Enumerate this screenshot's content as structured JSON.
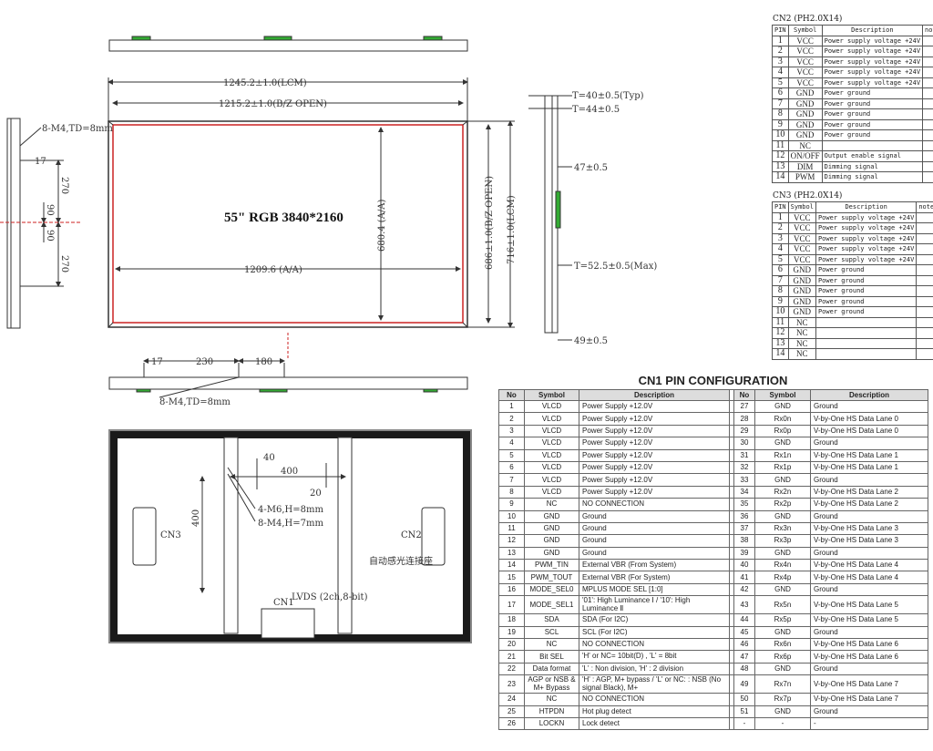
{
  "drawing": {
    "front_title": "55\" RGB 3840*2160",
    "dim_lcm_width": "1245.2±1.0(LCM)",
    "dim_bz_width": "1215.2±1.0(B/Z OPEN)",
    "dim_aa_width": "1209.6 (A/A)",
    "dim_aa_height": "680.4 (A/A)",
    "dim_bz_height": "686±1.0(B/Z OPEN)",
    "dim_lcm_height": "716±1.0(LCM)",
    "side_left": {
      "screw": "8-M4,TD=8mm",
      "d17": "17",
      "d270a": "270",
      "d90a": "90",
      "d90b": "90",
      "d270b": "270"
    },
    "side_right": {
      "t_typ": "T=40±0.5(Typ)",
      "t44": "T=44±0.5",
      "d47": "47±0.5",
      "t_max": "T=52.5±0.5(Max)",
      "d49": "49±0.5"
    },
    "bottom": {
      "d17": "17",
      "d230": "230",
      "d180": "180",
      "screw": "8-M4,TD=8mm"
    },
    "back": {
      "d40": "40",
      "d400h": "400",
      "d20": "20",
      "d400v": "400",
      "m6": "4-M6,H=8mm",
      "m4": "8-M4,H=7mm",
      "cn3": "CN3",
      "cn2": "CN2",
      "cn1": "CN1",
      "lvds": "LVDS (2ch,8-bit)",
      "sensor": "自动感光连接座"
    }
  },
  "cn2": {
    "title": "CN2  (PH2.0X14)",
    "headers": [
      "PIN",
      "Symbol",
      "Description",
      "note"
    ],
    "rows": [
      [
        "1",
        "VCC",
        "Power supply voltage +24V"
      ],
      [
        "2",
        "VCC",
        "Power supply voltage +24V"
      ],
      [
        "3",
        "VCC",
        "Power supply voltage +24V"
      ],
      [
        "4",
        "VCC",
        "Power supply voltage +24V"
      ],
      [
        "5",
        "VCC",
        "Power supply voltage +24V"
      ],
      [
        "6",
        "GND",
        "Power ground"
      ],
      [
        "7",
        "GND",
        "Power ground"
      ],
      [
        "8",
        "GND",
        "Power ground"
      ],
      [
        "9",
        "GND",
        "Power ground"
      ],
      [
        "10",
        "GND",
        "Power ground"
      ],
      [
        "11",
        "NC",
        ""
      ],
      [
        "12",
        "ON/OFF",
        "Output enable signal"
      ],
      [
        "13",
        "DIM",
        "Dimming signal"
      ],
      [
        "14",
        "PWM",
        "Dimming signal"
      ]
    ]
  },
  "cn3": {
    "title": "CN3  (PH2.0X14)",
    "headers": [
      "PIN",
      "Symbol",
      "Description",
      "note"
    ],
    "rows": [
      [
        "1",
        "VCC",
        "Power supply voltage +24V"
      ],
      [
        "2",
        "VCC",
        "Power supply voltage +24V"
      ],
      [
        "3",
        "VCC",
        "Power supply voltage +24V"
      ],
      [
        "4",
        "VCC",
        "Power supply voltage +24V"
      ],
      [
        "5",
        "VCC",
        "Power supply voltage +24V"
      ],
      [
        "6",
        "GND",
        "Power ground"
      ],
      [
        "7",
        "GND",
        "Power ground"
      ],
      [
        "8",
        "GND",
        "Power ground"
      ],
      [
        "9",
        "GND",
        "Power ground"
      ],
      [
        "10",
        "GND",
        "Power ground"
      ],
      [
        "11",
        "NC",
        ""
      ],
      [
        "12",
        "NC",
        ""
      ],
      [
        "13",
        "NC",
        ""
      ],
      [
        "14",
        "NC",
        ""
      ]
    ]
  },
  "cn1": {
    "title": "CN1 PIN CONFIGURATION",
    "headers": [
      "No",
      "Symbol",
      "Description",
      "No",
      "Symbol",
      "Description"
    ],
    "rows": [
      [
        "1",
        "VLCD",
        "Power Supply +12.0V",
        "27",
        "GND",
        "Ground"
      ],
      [
        "2",
        "VLCD",
        "Power Supply +12.0V",
        "28",
        "Rx0n",
        "V-by-One HS Data Lane 0"
      ],
      [
        "3",
        "VLCD",
        "Power Supply +12.0V",
        "29",
        "Rx0p",
        "V-by-One HS Data Lane 0"
      ],
      [
        "4",
        "VLCD",
        "Power Supply +12.0V",
        "30",
        "GND",
        "Ground"
      ],
      [
        "5",
        "VLCD",
        "Power Supply +12.0V",
        "31",
        "Rx1n",
        "V-by-One HS Data Lane 1"
      ],
      [
        "6",
        "VLCD",
        "Power Supply +12.0V",
        "32",
        "Rx1p",
        "V-by-One HS Data Lane 1"
      ],
      [
        "7",
        "VLCD",
        "Power Supply +12.0V",
        "33",
        "GND",
        "Ground"
      ],
      [
        "8",
        "VLCD",
        "Power Supply +12.0V",
        "34",
        "Rx2n",
        "V-by-One HS Data Lane 2"
      ],
      [
        "9",
        "NC",
        "NO CONNECTION",
        "35",
        "Rx2p",
        "V-by-One HS Data Lane 2"
      ],
      [
        "10",
        "GND",
        "Ground",
        "36",
        "GND",
        "Ground"
      ],
      [
        "11",
        "GND",
        "Ground",
        "37",
        "Rx3n",
        "V-by-One HS Data Lane 3"
      ],
      [
        "12",
        "GND",
        "Ground",
        "38",
        "Rx3p",
        "V-by-One HS Data Lane 3"
      ],
      [
        "13",
        "GND",
        "Ground",
        "39",
        "GND",
        "Ground"
      ],
      [
        "14",
        "PWM_TIN",
        "External VBR (From System)",
        "40",
        "Rx4n",
        "V-by-One HS Data Lane 4"
      ],
      [
        "15",
        "PWM_TOUT",
        "External VBR (For System)",
        "41",
        "Rx4p",
        "V-by-One HS Data Lane 4"
      ],
      [
        "16",
        "MODE_SEL0",
        "MPLUS MODE SEL [1:0]",
        "42",
        "GND",
        "Ground"
      ],
      [
        "17",
        "MODE_SEL1",
        "'01': High Luminance Ⅰ / '10': High Luminance Ⅱ",
        "43",
        "Rx5n",
        "V-by-One HS Data Lane 5"
      ],
      [
        "18",
        "SDA",
        "SDA (For I2C)",
        "44",
        "Rx5p",
        "V-by-One HS Data Lane 5"
      ],
      [
        "19",
        "SCL",
        "SCL (For I2C)",
        "45",
        "GND",
        "Ground"
      ],
      [
        "20",
        "NC",
        "NO CONNECTION",
        "46",
        "Rx6n",
        "V-by-One HS Data Lane 6"
      ],
      [
        "21",
        "Bit SEL",
        "'H' or NC= 10bit(D) , 'L' = 8bit",
        "47",
        "Rx6p",
        "V-by-One HS Data Lane 6"
      ],
      [
        "22",
        "Data format",
        "'L' : Non division, 'H' : 2 division",
        "48",
        "GND",
        "Ground"
      ],
      [
        "23",
        "AGP or NSB & M+ Bypass",
        "'H' : AGP, M+ bypass / 'L' or NC: : NSB (No signal Black), M+",
        "49",
        "Rx7n",
        "V-by-One HS Data Lane 7"
      ],
      [
        "24",
        "NC",
        "NO CONNECTION",
        "50",
        "Rx7p",
        "V-by-One HS Data Lane 7"
      ],
      [
        "25",
        "HTPDN",
        "Hot plug detect",
        "51",
        "GND",
        "Ground"
      ],
      [
        "26",
        "LOCKN",
        "Lock detect",
        "-",
        "-",
        "-"
      ]
    ]
  },
  "colors": {
    "line": "#333333",
    "active_area": "#cc2222",
    "frame": "#1a1a1a",
    "connector": "#22aacc"
  }
}
